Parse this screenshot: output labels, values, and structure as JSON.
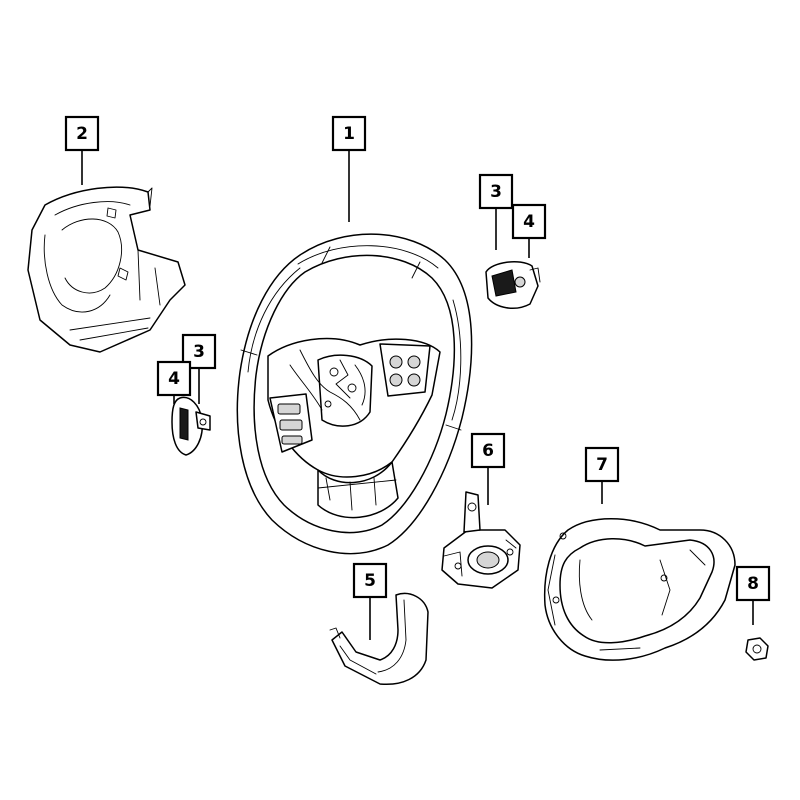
{
  "callouts": [
    {
      "id": "c1",
      "label": "1"
    },
    {
      "id": "c2",
      "label": "2"
    },
    {
      "id": "c3a",
      "label": "3"
    },
    {
      "id": "c4a",
      "label": "4"
    },
    {
      "id": "c3b",
      "label": "3"
    },
    {
      "id": "c4b",
      "label": "4"
    },
    {
      "id": "c5",
      "label": "5"
    },
    {
      "id": "c6",
      "label": "6"
    },
    {
      "id": "c7",
      "label": "7"
    },
    {
      "id": "c8",
      "label": "8"
    }
  ]
}
